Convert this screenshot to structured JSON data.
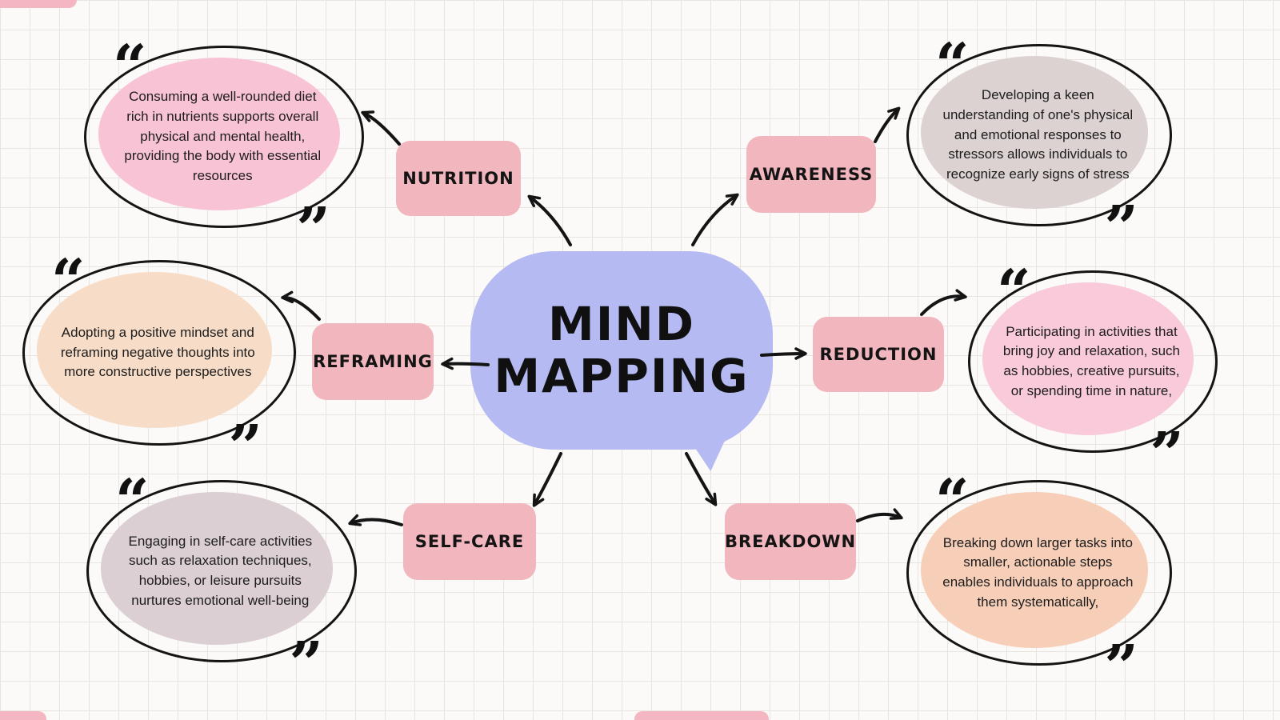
{
  "title": {
    "line1": "MIND",
    "line2": "MAPPING"
  },
  "glyphs": {
    "open_quote": "“",
    "close_quote": "”"
  },
  "nodes": [
    {
      "id": "nutrition",
      "label": "NUTRITION",
      "quote": "Consuming a well-rounded diet rich in nutrients supports overall physical and mental health, providing the body with essential resources"
    },
    {
      "id": "awareness",
      "label": "AWARENESS",
      "quote": "Developing a keen understanding of one's physical and emotional responses to stressors allows individuals to recognize early signs of stress"
    },
    {
      "id": "reframing",
      "label": "REFRAMING",
      "quote": "Adopting a positive mindset and reframing negative thoughts into more constructive perspectives"
    },
    {
      "id": "reduction",
      "label": "REDUCTION",
      "quote": "Participating in activities that bring joy and relaxation, such as hobbies, creative pursuits, or spending time in nature,"
    },
    {
      "id": "self-care",
      "label": "SELF-CARE",
      "quote": "Engaging in self-care activities such as relaxation techniques, hobbies, or leisure pursuits nurtures emotional well-being"
    },
    {
      "id": "breakdown",
      "label": "BREAKDOWN",
      "quote": "Breaking down larger tasks into smaller, actionable steps enables individuals to approach them systematically,"
    }
  ],
  "colors": {
    "center_bubble": "#b5bbf2",
    "branch_box": "#f2b6be",
    "arrow": "#141414",
    "nutrition_fill": "#f9c3d6",
    "awareness_fill": "#ddd2d2",
    "reframing_fill": "#f7dcc8",
    "reduction_fill": "#f9cada",
    "selfcare_fill": "#dbcfd3",
    "breakdown_fill": "#f7cfb9",
    "background": "#fbfaf8",
    "grid_line": "#e8e4e0",
    "edge_strip": "#f4b7c1"
  }
}
